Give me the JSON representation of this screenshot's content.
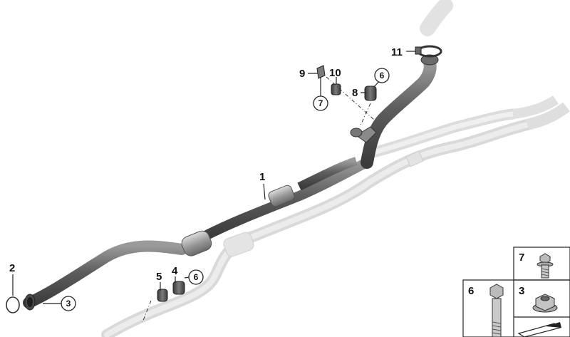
{
  "diagram": {
    "callouts": [
      {
        "id": "part-1",
        "label": "1"
      },
      {
        "id": "part-2",
        "label": "2"
      },
      {
        "id": "part-3-ref",
        "label": "3"
      },
      {
        "id": "part-4",
        "label": "4"
      },
      {
        "id": "part-5",
        "label": "5"
      },
      {
        "id": "part-6-ref-lower",
        "label": "6"
      },
      {
        "id": "part-6-ref-upper",
        "label": "6"
      },
      {
        "id": "part-7-ref",
        "label": "7"
      },
      {
        "id": "part-8",
        "label": "8"
      },
      {
        "id": "part-9",
        "label": "9"
      },
      {
        "id": "part-10",
        "label": "10"
      },
      {
        "id": "part-11",
        "label": "11"
      }
    ],
    "inset": {
      "cells": [
        {
          "id": "inset-7",
          "label": "7",
          "part": "flange-bolt"
        },
        {
          "id": "inset-6",
          "label": "6",
          "part": "hex-bolt"
        },
        {
          "id": "inset-3",
          "label": "3",
          "part": "flange-nut"
        }
      ]
    }
  }
}
